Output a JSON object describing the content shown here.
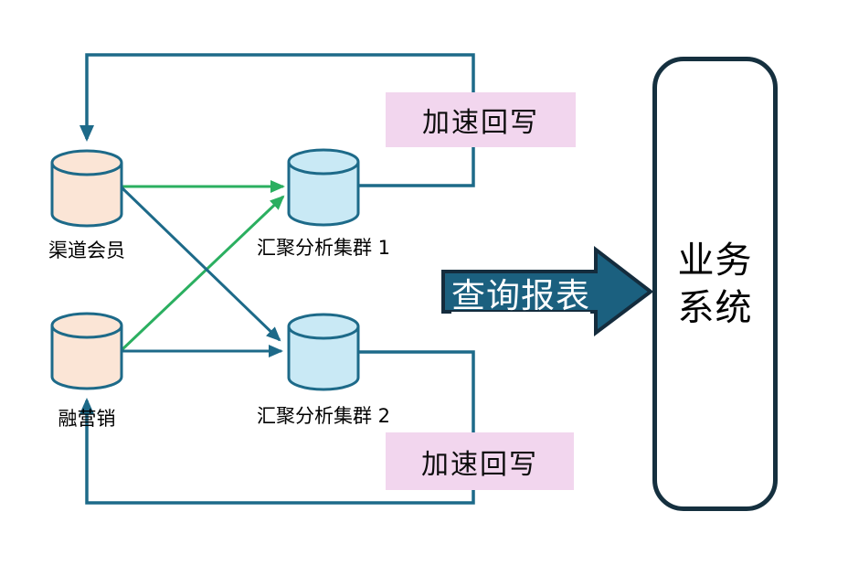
{
  "diagram": {
    "sources": [
      {
        "label": "渠道会员"
      },
      {
        "label": "融营销"
      }
    ],
    "clusters": [
      {
        "label": "汇聚分析集群 1"
      },
      {
        "label": "汇聚分析集群 2"
      }
    ],
    "writeback": {
      "top_label": "加速回写",
      "bottom_label": "加速回写"
    },
    "query_arrow": {
      "label": "查询报表"
    },
    "business_system": {
      "line1": "业务",
      "line2": "系统"
    },
    "colors": {
      "teal_line": "#1D6A89",
      "green_line": "#2BAF60",
      "source_cylinder_fill": "#FBE5D6",
      "cluster_cylinder_fill": "#C9E9F5",
      "writeback_label_bg": "#F2D6EE",
      "query_arrow_fill": "#1B607F",
      "query_arrow_border": "#142C3D",
      "business_box_border": "#15303F"
    }
  }
}
